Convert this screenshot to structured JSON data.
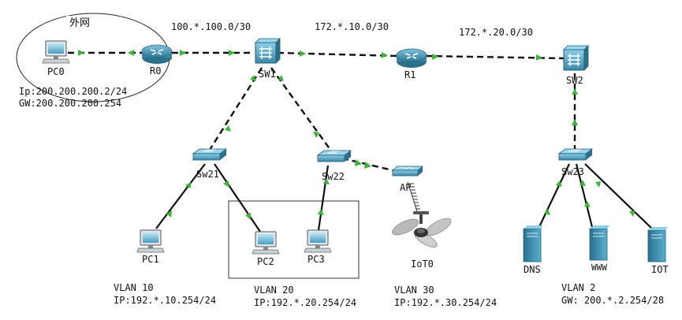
{
  "external_network_label": "外网",
  "subnets": {
    "r0_sw1": "100.*.100.0/30",
    "sw1_r1": "172.*.10.0/30",
    "r1_sw2": "172.*.20.0/30"
  },
  "devices": {
    "pc0": "PC0",
    "r0": "R0",
    "sw1": "SW1",
    "r1": "R1",
    "sw2": "SW2",
    "sw21": "Sw21",
    "sw22": "Sw22",
    "sw23": "Sw23",
    "ap": "AP",
    "pc1": "PC1",
    "pc2": "PC2",
    "pc3": "PC3",
    "iot0": "IoT0",
    "dns": "DNS",
    "www": "WWW",
    "iot": "IOT"
  },
  "pc0_info": {
    "ip": "Ip:200.200.200.2/24",
    "gw": "GW:200.200.200.254"
  },
  "vlans": {
    "v10": {
      "name": "VLAN  10",
      "ip": "IP:192.*.10.254/24"
    },
    "v20": {
      "name": "VLAN  20",
      "ip": "IP:192.*.20.254/24"
    },
    "v30": {
      "name": "VLAN  30",
      "ip": "IP:192.*.30.254/24"
    },
    "v2": {
      "name": "VLAN  2",
      "ip": "GW: 200.*.2.254/28"
    }
  },
  "colors": {
    "link": "#111111",
    "port_up": "#3cb43c",
    "device_blue": "#3a8fb0",
    "device_dark": "#2c6f8a"
  }
}
